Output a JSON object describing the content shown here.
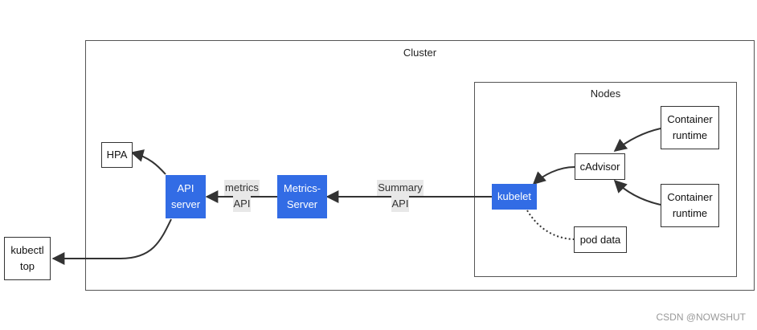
{
  "cluster": {
    "title": "Cluster"
  },
  "nodes_group": {
    "title": "Nodes"
  },
  "nodes": {
    "hpa": "HPA",
    "kubectl_top": "kubectl\ntop",
    "api_server": "API\nserver",
    "metrics_server": "Metrics-\nServer",
    "kubelet": "kubelet",
    "cadvisor": "cAdvisor",
    "container_runtime_1": "Container\nruntime",
    "container_runtime_2": "Container\nruntime",
    "pod_data": "pod data"
  },
  "edge_labels": {
    "metrics_api_line1": "metrics",
    "metrics_api_line2": "API",
    "summary_api_line1": "Summary",
    "summary_api_line2": "API"
  },
  "colors": {
    "k8s_blue": "#326ce5",
    "edge": "#333333"
  },
  "watermark": "CSDN @NOWSHUT"
}
